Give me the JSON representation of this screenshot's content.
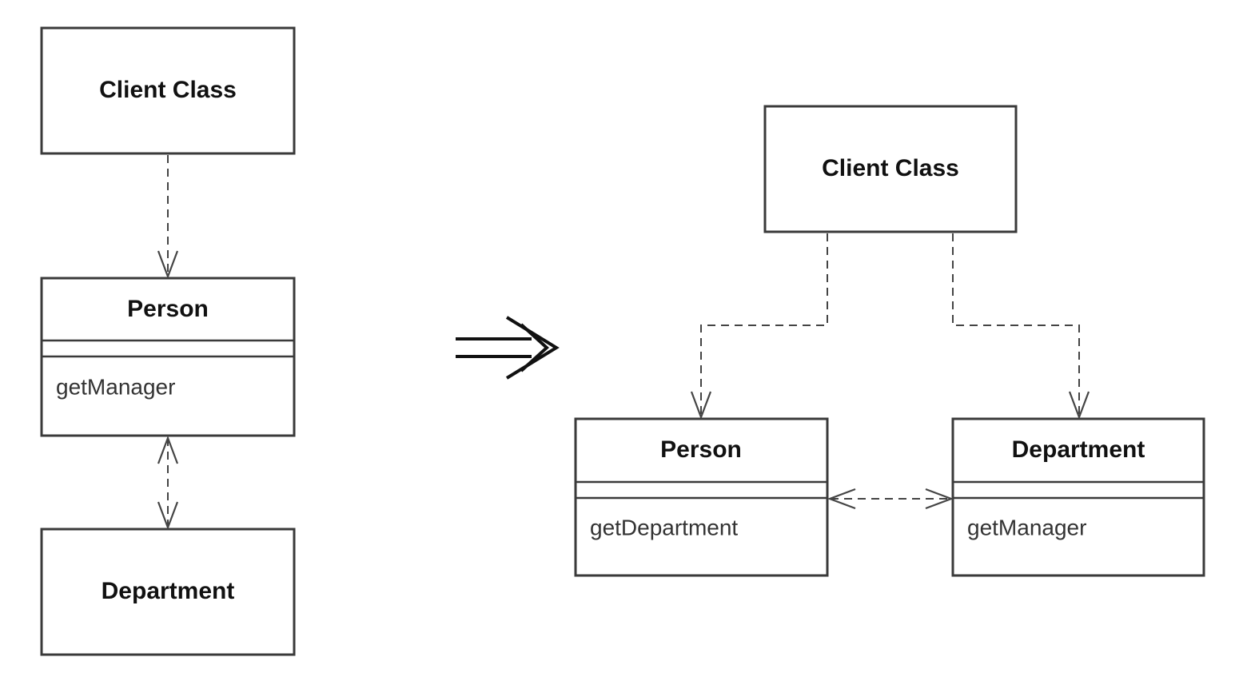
{
  "before": {
    "client": {
      "name": "Client Class"
    },
    "person": {
      "name": "Person",
      "method": "getManager"
    },
    "department": {
      "name": "Department"
    }
  },
  "after": {
    "client": {
      "name": "Client Class"
    },
    "person": {
      "name": "Person",
      "method": "getDepartment"
    },
    "department": {
      "name": "Department",
      "method": "getManager"
    }
  }
}
